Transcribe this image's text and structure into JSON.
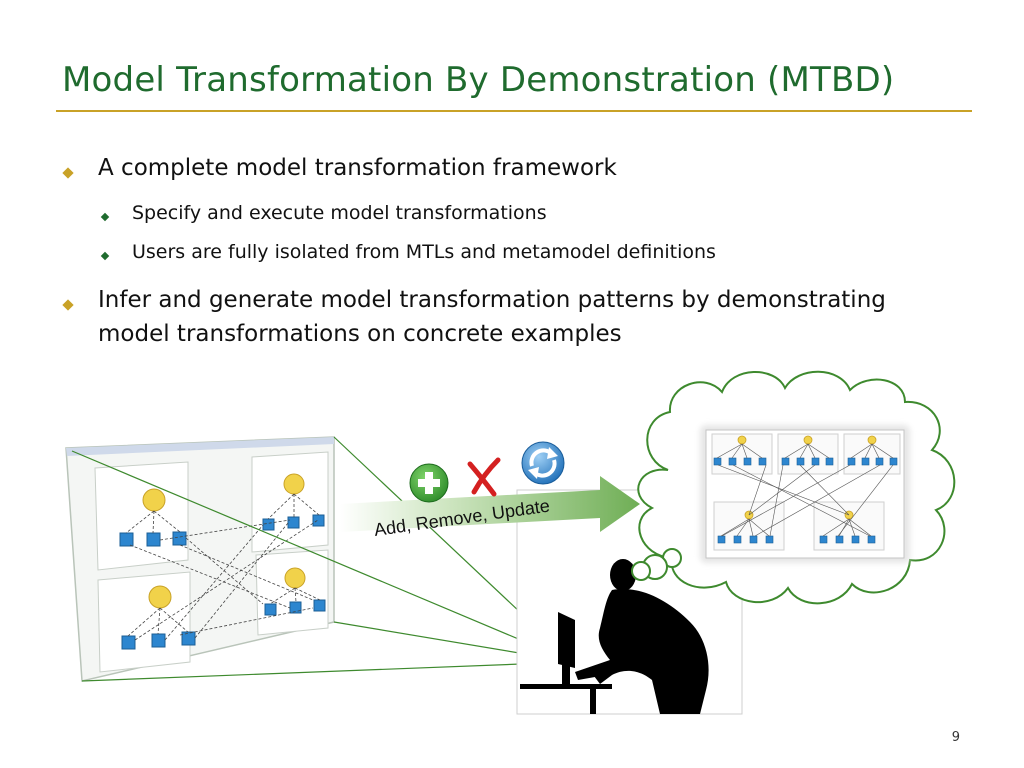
{
  "slide": {
    "title": "Model Transformation By Demonstration (MTBD)",
    "page_number": "9"
  },
  "bullets": [
    {
      "text": "A complete model transformation framework",
      "sub": [
        "Specify and execute model transformations",
        "Users are fully isolated from MTLs and metamodel definitions"
      ]
    },
    {
      "text": "Infer and generate model transformation patterns by demonstrating model transformations on concrete examples"
    }
  ],
  "illustration": {
    "arrow_label": "Add, Remove, Update",
    "icons": [
      "plus-icon",
      "cross-icon",
      "refresh-icon"
    ]
  },
  "colors": {
    "title": "#1f6b2e",
    "rule": "#c9a227",
    "bullet_level1": "#c9a227",
    "bullet_level2": "#1f6b2e",
    "cloud_outline": "#3e8a2e"
  }
}
